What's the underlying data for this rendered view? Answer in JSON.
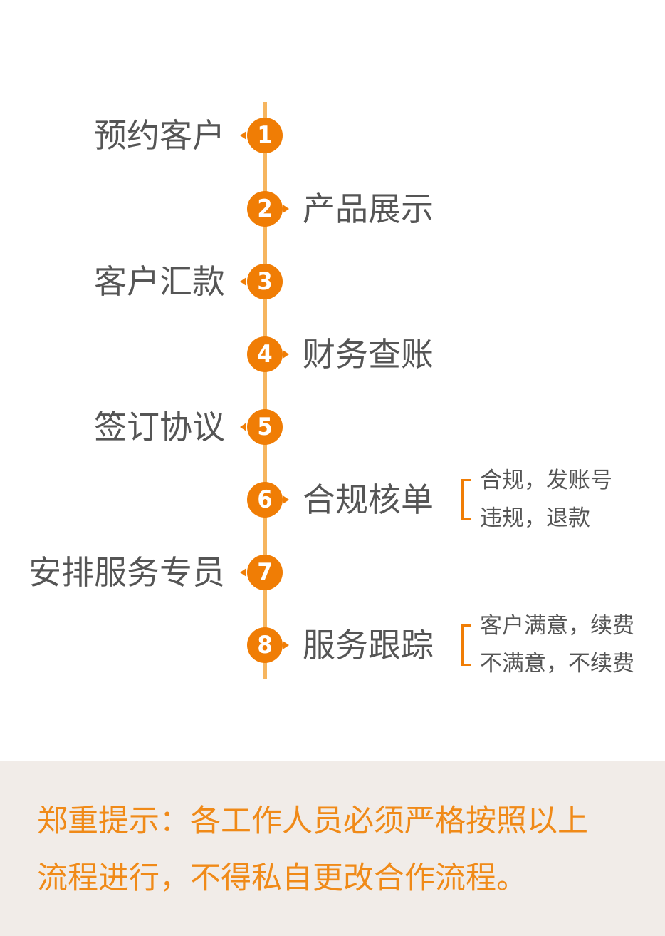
{
  "steps": [
    {
      "num": "1",
      "label": "预约客户"
    },
    {
      "num": "2",
      "label": "产品展示"
    },
    {
      "num": "3",
      "label": "客户汇款"
    },
    {
      "num": "4",
      "label": "财务查账"
    },
    {
      "num": "5",
      "label": "签订协议"
    },
    {
      "num": "6",
      "label": "合规核单",
      "sub": [
        "合规，发账号",
        "违规，退款"
      ]
    },
    {
      "num": "7",
      "label": "安排服务专员"
    },
    {
      "num": "8",
      "label": "服务跟踪",
      "sub": [
        "客户满意，续费",
        "不满意，不续费"
      ]
    }
  ],
  "notice": {
    "line1": "郑重提示：各工作人员必须严格按照以上",
    "line2": "流程进行，不得私自更改合作流程。"
  },
  "colors": {
    "accent": "#f07d05",
    "line": "#f6b55f",
    "text": "#555555",
    "notice_bg": "#f1ece8",
    "notice_text": "#f08a18"
  }
}
